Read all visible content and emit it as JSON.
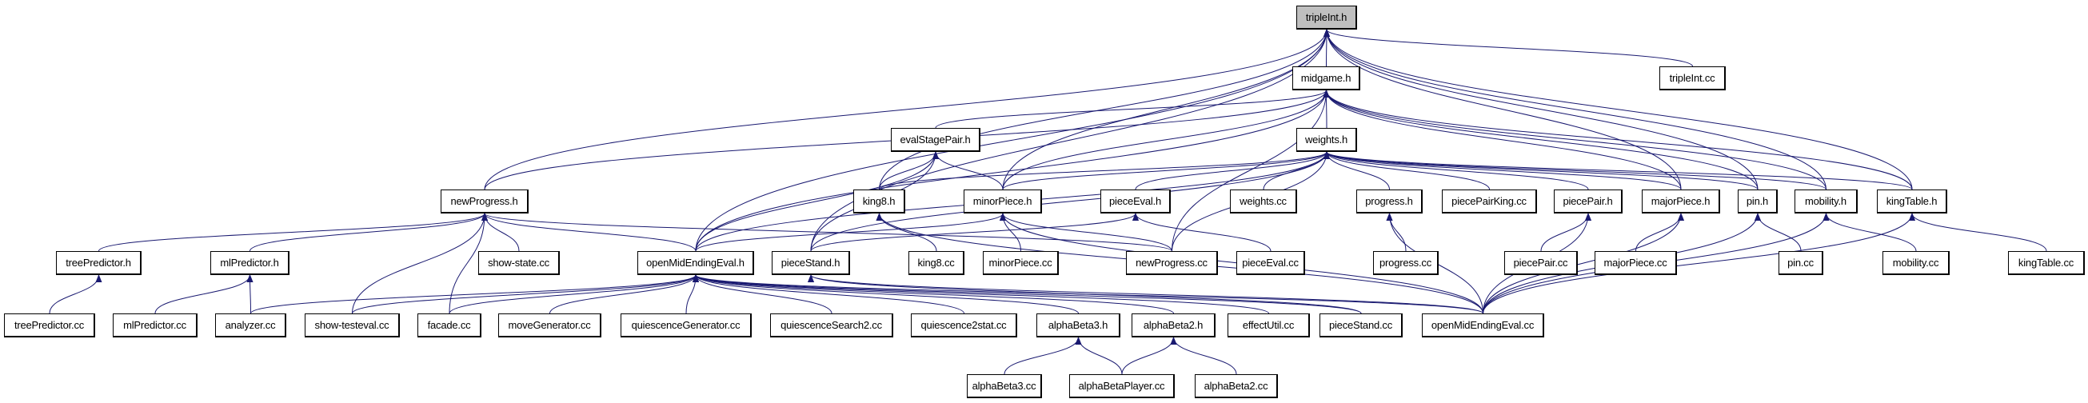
{
  "graph": {
    "title": "tripleInt.h include dependency graph",
    "edge_color": "#191970",
    "root_fill": "#bfbfbf",
    "nodes": {
      "tripleInt_h": "tripleInt.h",
      "tripleInt_cc": "tripleInt.cc",
      "midgame_h": "midgame.h",
      "evalStagePair_h": "evalStagePair.h",
      "weights_h": "weights.h",
      "newProgress_h": "newProgress.h",
      "king8_h": "king8.h",
      "minorPiece_h": "minorPiece.h",
      "pieceEval_h": "pieceEval.h",
      "weights_cc": "weights.cc",
      "progress_h": "progress.h",
      "piecePairKing_cc": "piecePairKing.cc",
      "piecePair_h": "piecePair.h",
      "majorPiece_h": "majorPiece.h",
      "pin_h": "pin.h",
      "mobility_h": "mobility.h",
      "kingTable_h": "kingTable.h",
      "treePredictor_h": "treePredictor.h",
      "mlPredictor_h": "mlPredictor.h",
      "show_state_cc": "show-state.cc",
      "openMidEndingEval_h": "openMidEndingEval.h",
      "pieceStand_h": "pieceStand.h",
      "king8_cc": "king8.cc",
      "minorPiece_cc": "minorPiece.cc",
      "newProgress_cc": "newProgress.cc",
      "pieceEval_cc": "pieceEval.cc",
      "progress_cc": "progress.cc",
      "piecePair_cc": "piecePair.cc",
      "majorPiece_cc": "majorPiece.cc",
      "pin_cc": "pin.cc",
      "mobility_cc": "mobility.cc",
      "kingTable_cc": "kingTable.cc",
      "treePredictor_cc": "treePredictor.cc",
      "mlPredictor_cc": "mlPredictor.cc",
      "analyzer_cc": "analyzer.cc",
      "show_testeval_cc": "show-testeval.cc",
      "facade_cc": "facade.cc",
      "moveGenerator_cc": "moveGenerator.cc",
      "quiescenceGenerator_cc": "quiescenceGenerator.cc",
      "quiescenceSearch2_cc": "quiescenceSearch2.cc",
      "quiescence2stat_cc": "quiescence2stat.cc",
      "alphaBeta3_h": "alphaBeta3.h",
      "alphaBeta2_h": "alphaBeta2.h",
      "effectUtil_cc": "effectUtil.cc",
      "pieceStand_cc": "pieceStand.cc",
      "openMidEndingEval_cc": "openMidEndingEval.cc",
      "alphaBeta3_cc": "alphaBeta3.cc",
      "alphaBetaPlayer_cc": "alphaBetaPlayer.cc",
      "alphaBeta2_cc": "alphaBeta2.cc"
    },
    "edges": [
      [
        "tripleInt_cc",
        "tripleInt_h"
      ],
      [
        "midgame_h",
        "tripleInt_h"
      ],
      [
        "newProgress_h",
        "tripleInt_h"
      ],
      [
        "king8_h",
        "tripleInt_h"
      ],
      [
        "minorPiece_h",
        "tripleInt_h"
      ],
      [
        "openMidEndingEval_h",
        "tripleInt_h"
      ],
      [
        "pieceStand_h",
        "tripleInt_h"
      ],
      [
        "majorPiece_h",
        "tripleInt_h"
      ],
      [
        "pin_h",
        "tripleInt_h"
      ],
      [
        "mobility_h",
        "tripleInt_h"
      ],
      [
        "kingTable_h",
        "tripleInt_h"
      ],
      [
        "weights_h",
        "midgame_h"
      ],
      [
        "evalStagePair_h",
        "midgame_h"
      ],
      [
        "newProgress_h",
        "midgame_h"
      ],
      [
        "minorPiece_h",
        "midgame_h"
      ],
      [
        "openMidEndingEval_h",
        "midgame_h"
      ],
      [
        "newProgress_cc",
        "midgame_h"
      ],
      [
        "majorPiece_h",
        "midgame_h"
      ],
      [
        "pin_h",
        "midgame_h"
      ],
      [
        "mobility_h",
        "midgame_h"
      ],
      [
        "kingTable_h",
        "midgame_h"
      ],
      [
        "king8_h",
        "evalStagePair_h"
      ],
      [
        "minorPiece_h",
        "evalStagePair_h"
      ],
      [
        "openMidEndingEval_h",
        "evalStagePair_h"
      ],
      [
        "pieceStand_h",
        "evalStagePair_h"
      ],
      [
        "king8_h",
        "weights_h"
      ],
      [
        "minorPiece_h",
        "weights_h"
      ],
      [
        "pieceEval_h",
        "weights_h"
      ],
      [
        "weights_cc",
        "weights_h"
      ],
      [
        "progress_h",
        "weights_h"
      ],
      [
        "piecePairKing_cc",
        "weights_h"
      ],
      [
        "piecePair_h",
        "weights_h"
      ],
      [
        "majorPiece_h",
        "weights_h"
      ],
      [
        "pin_h",
        "weights_h"
      ],
      [
        "mobility_h",
        "weights_h"
      ],
      [
        "kingTable_h",
        "weights_h"
      ],
      [
        "openMidEndingEval_h",
        "weights_h"
      ],
      [
        "pieceStand_h",
        "weights_h"
      ],
      [
        "newProgress_cc",
        "weights_h"
      ],
      [
        "treePredictor_h",
        "newProgress_h"
      ],
      [
        "mlPredictor_h",
        "newProgress_h"
      ],
      [
        "show_state_cc",
        "newProgress_h"
      ],
      [
        "openMidEndingEval_h",
        "newProgress_h"
      ],
      [
        "show_testeval_cc",
        "newProgress_h"
      ],
      [
        "facade_cc",
        "newProgress_h"
      ],
      [
        "newProgress_cc",
        "newProgress_h"
      ],
      [
        "king8_cc",
        "king8_h"
      ],
      [
        "openMidEndingEval_cc",
        "king8_h"
      ],
      [
        "minorPiece_cc",
        "minorPiece_h"
      ],
      [
        "openMidEndingEval_h",
        "minorPiece_h"
      ],
      [
        "newProgress_cc",
        "minorPiece_h"
      ],
      [
        "openMidEndingEval_cc",
        "minorPiece_h"
      ],
      [
        "pieceEval_cc",
        "pieceEval_h"
      ],
      [
        "pieceStand_h",
        "pieceEval_h"
      ],
      [
        "progress_cc",
        "progress_h"
      ],
      [
        "openMidEndingEval_cc",
        "progress_h"
      ],
      [
        "piecePair_cc",
        "piecePair_h"
      ],
      [
        "openMidEndingEval_cc",
        "piecePair_h"
      ],
      [
        "majorPiece_cc",
        "majorPiece_h"
      ],
      [
        "openMidEndingEval_cc",
        "majorPiece_h"
      ],
      [
        "pin_cc",
        "pin_h"
      ],
      [
        "openMidEndingEval_cc",
        "pin_h"
      ],
      [
        "mobility_cc",
        "mobility_h"
      ],
      [
        "openMidEndingEval_cc",
        "mobility_h"
      ],
      [
        "kingTable_cc",
        "kingTable_h"
      ],
      [
        "openMidEndingEval_cc",
        "kingTable_h"
      ],
      [
        "treePredictor_cc",
        "treePredictor_h"
      ],
      [
        "mlPredictor_cc",
        "mlPredictor_h"
      ],
      [
        "analyzer_cc",
        "mlPredictor_h"
      ],
      [
        "analyzer_cc",
        "openMidEndingEval_h"
      ],
      [
        "show_testeval_cc",
        "openMidEndingEval_h"
      ],
      [
        "facade_cc",
        "openMidEndingEval_h"
      ],
      [
        "moveGenerator_cc",
        "openMidEndingEval_h"
      ],
      [
        "quiescenceGenerator_cc",
        "openMidEndingEval_h"
      ],
      [
        "quiescenceSearch2_cc",
        "openMidEndingEval_h"
      ],
      [
        "quiescence2stat_cc",
        "openMidEndingEval_h"
      ],
      [
        "alphaBeta3_h",
        "openMidEndingEval_h"
      ],
      [
        "alphaBeta2_h",
        "openMidEndingEval_h"
      ],
      [
        "effectUtil_cc",
        "openMidEndingEval_h"
      ],
      [
        "pieceStand_cc",
        "openMidEndingEval_h"
      ],
      [
        "openMidEndingEval_cc",
        "openMidEndingEval_h"
      ],
      [
        "pieceStand_cc",
        "pieceStand_h"
      ],
      [
        "openMidEndingEval_cc",
        "pieceStand_h"
      ],
      [
        "alphaBeta3_cc",
        "alphaBeta3_h"
      ],
      [
        "alphaBetaPlayer_cc",
        "alphaBeta3_h"
      ],
      [
        "alphaBetaPlayer_cc",
        "alphaBeta2_h"
      ],
      [
        "alphaBeta2_cc",
        "alphaBeta2_h"
      ]
    ]
  }
}
